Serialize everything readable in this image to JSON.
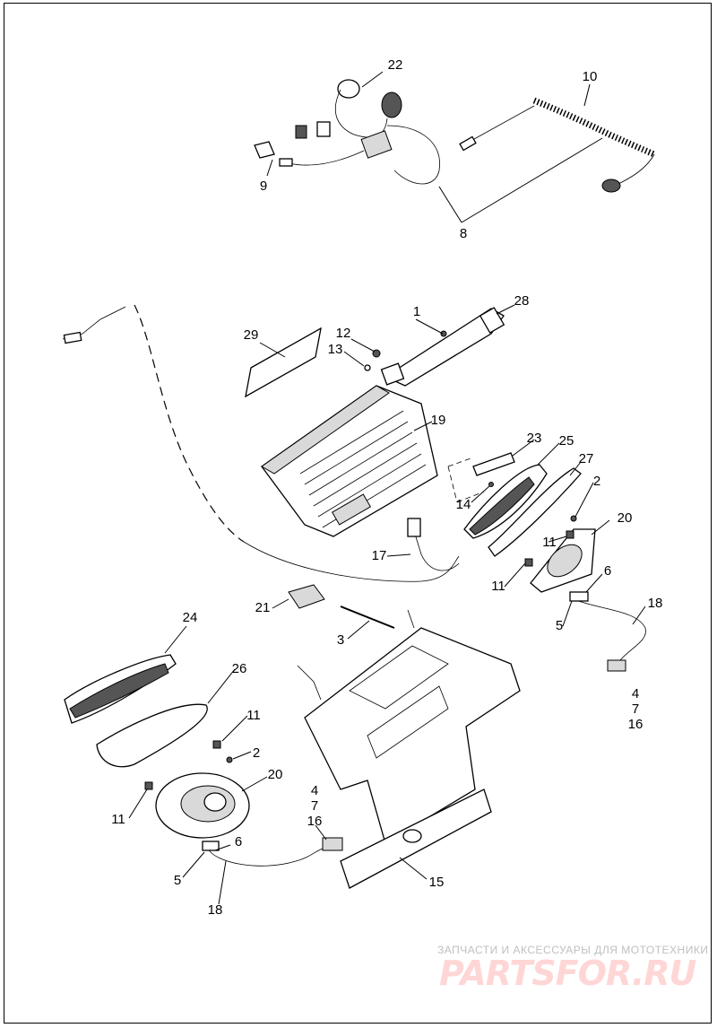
{
  "diagram": {
    "callouts": [
      "1",
      "2",
      "3",
      "4",
      "5",
      "6",
      "7",
      "8",
      "9",
      "10",
      "11",
      "12",
      "13",
      "14",
      "15",
      "16",
      "17",
      "18",
      "19",
      "20",
      "21",
      "22",
      "23",
      "24",
      "25",
      "26",
      "27",
      "28",
      "29"
    ],
    "labels": {
      "l1": "1",
      "l2a": "2",
      "l2b": "2",
      "l3": "3",
      "l4a": "4",
      "l7a": "7",
      "l16a": "16",
      "l4b": "4",
      "l7b": "7",
      "l16b": "16",
      "l5a": "5",
      "l5b": "5",
      "l6a": "6",
      "l6b": "6",
      "l8": "8",
      "l9": "9",
      "l10": "10",
      "l11a": "11",
      "l11b": "11",
      "l11c": "11",
      "l11d": "11",
      "l12": "12",
      "l13": "13",
      "l14": "14",
      "l15": "15",
      "l17": "17",
      "l18a": "18",
      "l18b": "18",
      "l19": "19",
      "l20a": "20",
      "l20b": "20",
      "l21": "21",
      "l22": "22",
      "l23": "23",
      "l24": "24",
      "l25": "25",
      "l26": "26",
      "l27": "27",
      "l28": "28",
      "l29": "29"
    }
  },
  "watermark": {
    "tagline": "ЗАПЧАСТИ И АКСЕССУАРЫ ДЛЯ МОТОТЕХНИКИ",
    "logo": "PARTSFOR.RU"
  }
}
